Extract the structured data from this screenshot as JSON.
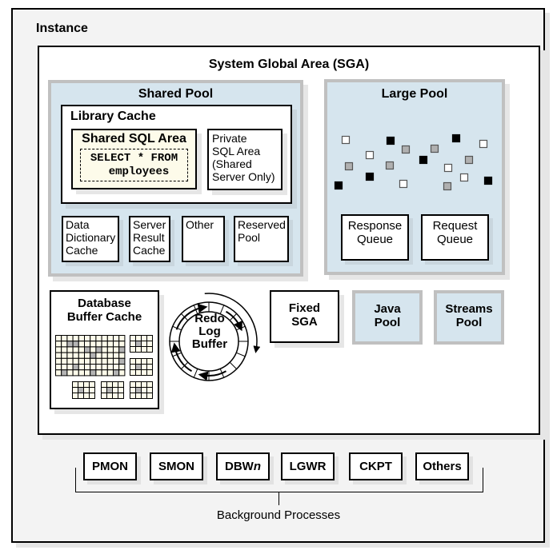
{
  "instance": {
    "title": "Instance"
  },
  "sga": {
    "title": "System Global Area (SGA)"
  },
  "shared_pool": {
    "title": "Shared Pool",
    "library_cache": {
      "title": "Library Cache",
      "shared_sql_area": {
        "title": "Shared SQL Area",
        "sql_line1": "SELECT * FROM",
        "sql_line2": "employees"
      },
      "private_sql_area": {
        "lines": [
          "Private",
          "SQL Area",
          "(Shared",
          "Server Only)"
        ]
      }
    },
    "components": [
      {
        "lines": [
          "Data",
          "Dictionary",
          "Cache"
        ]
      },
      {
        "lines": [
          "Server",
          "Result",
          "Cache"
        ]
      },
      {
        "lines": [
          "Other"
        ]
      },
      {
        "lines": [
          "Reserved",
          "Pool"
        ]
      }
    ]
  },
  "large_pool": {
    "title": "Large Pool",
    "response_queue": [
      "Response",
      "Queue"
    ],
    "request_queue": [
      "Request",
      "Queue"
    ],
    "colors": {
      "white": "#ffffff",
      "gray": "#b0b0b0",
      "black": "#000000"
    }
  },
  "db_buffer_cache": {
    "lines": [
      "Database",
      "Buffer Cache"
    ]
  },
  "redo_log_buffer": {
    "lines": [
      "Redo",
      "Log",
      "Buffer"
    ]
  },
  "fixed_sga": {
    "lines": [
      "Fixed",
      "SGA"
    ]
  },
  "java_pool": {
    "lines": [
      "Java",
      "Pool"
    ]
  },
  "streams_pool": {
    "lines": [
      "Streams",
      "Pool"
    ]
  },
  "background_processes": {
    "label": "Background Processes",
    "items": [
      {
        "name": "PMON"
      },
      {
        "name": "SMON"
      },
      {
        "name": "DBW",
        "suffix_italic": "n"
      },
      {
        "name": "LGWR"
      },
      {
        "name": "CKPT"
      },
      {
        "name": "Others"
      }
    ]
  },
  "colors": {
    "instance_bg": "#f3f3f3",
    "pool_bg": "#d6e5ee",
    "pool_border": "#c0c0c0",
    "sql_area_bg": "#fdfbea",
    "buffer_cell": "#fdfbea",
    "buffer_dirty": "#b4b4b4"
  }
}
